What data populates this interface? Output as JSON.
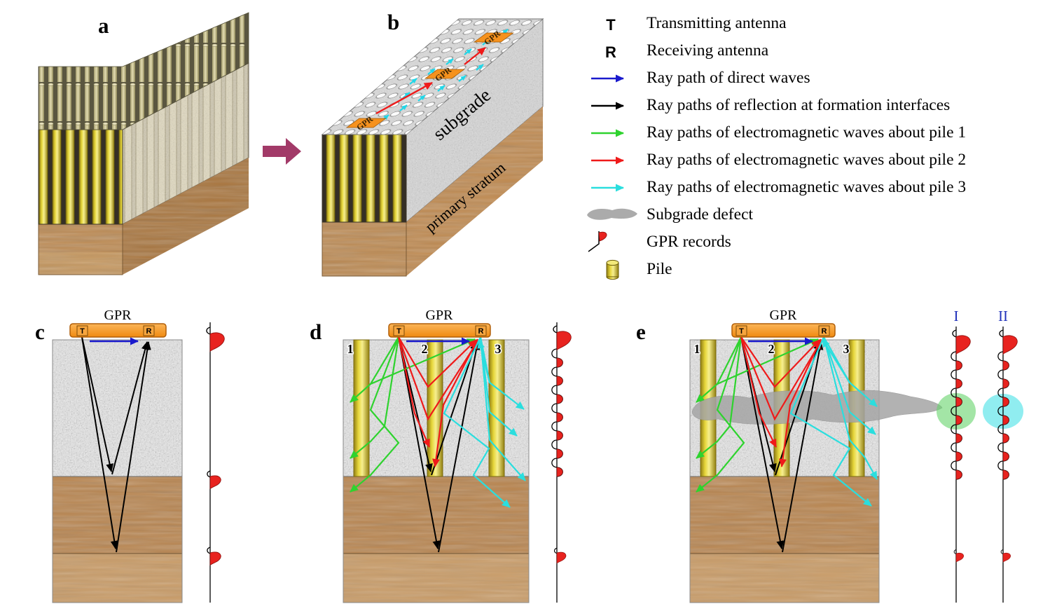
{
  "figure": {
    "description": "Schematic of GPR detection of a pile-reinforced subgrade",
    "colors": {
      "direct_wave": "#1a1acd",
      "reflection_rays": "#000000",
      "pile1_rays": "#2ed32e",
      "pile2_rays": "#ef1a1a",
      "pile3_rays": "#2adede",
      "subgrade_defect": "#a9a9a9",
      "gpr_device": "#f6921e",
      "pile": "#e6d63a",
      "record_pulse": "#e8231f",
      "transform_arrow": "#a23a68"
    }
  },
  "panels": {
    "a": {
      "label": "a"
    },
    "b": {
      "label": "b",
      "gpr_units": [
        "GPR",
        "GPR",
        "GPR"
      ],
      "subgrade": "subgrade",
      "primary_stratum": "primary stratum"
    },
    "c": {
      "label": "c",
      "gpr_title": "GPR",
      "t": "T",
      "r": "R"
    },
    "d": {
      "label": "d",
      "gpr_title": "GPR",
      "t": "T",
      "r": "R",
      "piles": [
        "1",
        "2",
        "3"
      ]
    },
    "e": {
      "label": "e",
      "gpr_title": "GPR",
      "t": "T",
      "r": "R",
      "piles": [
        "1",
        "2",
        "3"
      ],
      "trace_labels": [
        "I",
        "II"
      ]
    }
  },
  "legend": {
    "items": [
      {
        "icon": "transmitting-antenna-symbol",
        "symbol": "T",
        "label": "Transmitting antenna"
      },
      {
        "icon": "receiving-antenna-symbol",
        "symbol": "R",
        "label": "Receiving antenna"
      },
      {
        "icon": "blue-arrow",
        "color": "#1a1acd",
        "label": "Ray path of direct waves"
      },
      {
        "icon": "black-arrow",
        "color": "#000000",
        "label": "Ray paths of reflection at formation interfaces"
      },
      {
        "icon": "green-arrow",
        "color": "#2ed32e",
        "label": "Ray paths of electromagnetic waves about pile 1"
      },
      {
        "icon": "red-arrow",
        "color": "#ef1a1a",
        "label": "Ray paths of electromagnetic waves about pile 2"
      },
      {
        "icon": "cyan-arrow",
        "color": "#2adede",
        "label": "Ray paths of electromagnetic waves about pile 3"
      },
      {
        "icon": "subgrade-defect-blob",
        "color": "#ababab",
        "label": "Subgrade defect"
      },
      {
        "icon": "gpr-record-glyph",
        "color": "#e8231f",
        "label": "GPR records"
      },
      {
        "icon": "pile-cylinder",
        "color": "#e6d63a",
        "label": "Pile"
      }
    ]
  }
}
